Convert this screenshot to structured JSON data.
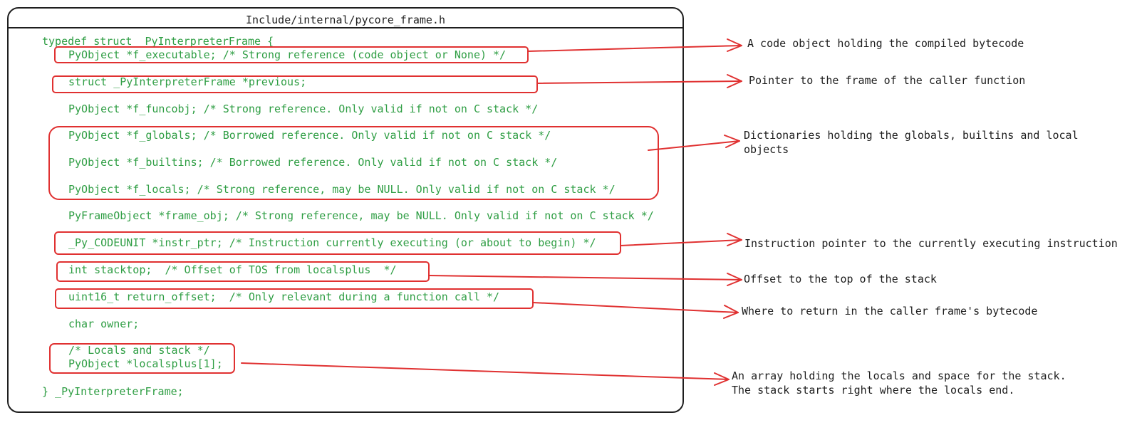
{
  "frame": {
    "title": "Include/internal/pycore_frame.h"
  },
  "code": {
    "struct_open": "typedef struct _PyInterpreterFrame {",
    "f_executable": "PyObject *f_executable; /* Strong reference (code object or None) */",
    "previous": "struct _PyInterpreterFrame *previous;",
    "f_funcobj": "PyObject *f_funcobj; /* Strong reference. Only valid if not on C stack */",
    "f_globals": "PyObject *f_globals; /* Borrowed reference. Only valid if not on C stack */",
    "f_builtins": "PyObject *f_builtins; /* Borrowed reference. Only valid if not on C stack */",
    "f_locals": "PyObject *f_locals; /* Strong reference, may be NULL. Only valid if not on C stack */",
    "frame_obj": "PyFrameObject *frame_obj; /* Strong reference, may be NULL. Only valid if not on C stack */",
    "instr_ptr": "_Py_CODEUNIT *instr_ptr; /* Instruction currently executing (or about to begin) */",
    "stacktop": "int stacktop;  /* Offset of TOS from localsplus  */",
    "return_offset": "uint16_t return_offset;  /* Only relevant during a function call */",
    "owner": "char owner;",
    "locals_comment": "/* Locals and stack */",
    "localsplus": "PyObject *localsplus[1];",
    "struct_close": "} _PyInterpreterFrame;"
  },
  "annotations": {
    "executable": "A code object holding the compiled bytecode",
    "previous": "Pointer to the frame of the caller function",
    "dicts": "Dictionaries holding the globals, builtins and local\nobjects",
    "instr_ptr": "Instruction pointer to the currently executing instruction",
    "stacktop": "Offset to the top of the stack",
    "return_offset": "Where to return in the caller frame's bytecode",
    "localsplus": "An array holding the locals and space for the stack.\nThe stack starts right where the locals end."
  },
  "colors": {
    "code_text": "#2f9e44",
    "highlight": "#e03131",
    "frame_border": "#1e1e1e",
    "annotation_text": "#1e1e1e"
  }
}
